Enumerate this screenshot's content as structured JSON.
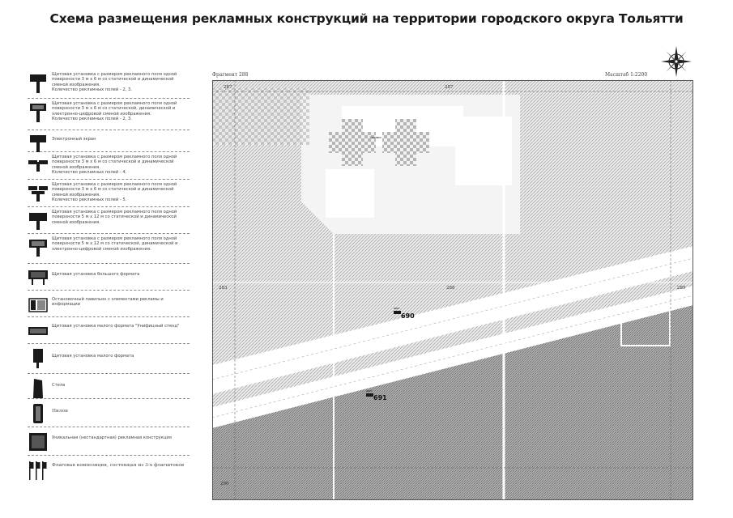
{
  "title": "Схема размещения рекламных конструкций на территории городского округа Тольятти",
  "map_header": {
    "fragment": "Фрагмент 288",
    "scale": "Масштаб 1:2200"
  },
  "tiles": {
    "top_left": "287",
    "top_middle": "287",
    "left": "283",
    "middle": "288",
    "right": "289",
    "bottom_left": "290"
  },
  "sites": [
    {
      "label": "щит",
      "number": "690"
    },
    {
      "label": "щит",
      "number": "691"
    }
  ],
  "building_label": "Здание",
  "legend": [
    {
      "icon": "billboard-3x6-icon",
      "text": "Щитовая установка с размером рекламного поля одной поверхности 3 м х 6 м со статической и динамической сменой изображения.\nКоличество рекламных полей - 2, 3."
    },
    {
      "icon": "billboard-3x6-digital-icon",
      "text": "Щитовая установка с размером рекламного поля одной поверхности 3 м х 6 м со статической, динамической и электронно-цифровой сменой изображения.\nКоличество рекламных полей - 2, 3."
    },
    {
      "icon": "electronic-screen-icon",
      "text": "Электронный экран"
    },
    {
      "icon": "billboard-3x6-4-fields-icon",
      "text": "Щитовая установка с размером рекламного поля одной поверхности 3 м х 6 м со статической и динамической сменой изображения.\nКоличество рекламных полей - 4."
    },
    {
      "icon": "billboard-3x6-5-fields-icon",
      "text": "Щитовая установка с размером рекламного поля одной поверхности 3 м х 6 м со статической и динамической сменой изображения.\nКоличество рекламных полей - 5."
    },
    {
      "icon": "billboard-5x12-icon",
      "text": "Щитовая установка с размером рекламного поля одной поверхности 5 м х 12 м со статической и динамической сменой изображения."
    },
    {
      "icon": "billboard-5x12-digital-icon",
      "text": "Щитовая установка с размером рекламного поля одной поверхности 5 м х 12 м со статической, динамической и электронно-цифровой сменой изображения."
    },
    {
      "icon": "large-format-billboard-icon",
      "text": "Щитовая установка большого формата"
    },
    {
      "icon": "bus-stop-pavilion-icon",
      "text": "Остановочный павильон с элементами рекламы и информации"
    },
    {
      "icon": "unified-stand-icon",
      "text": "Щитовая установка малого формата \"Унифицный стенд\""
    },
    {
      "icon": "small-format-billboard-icon",
      "text": "Щитовая установка малого формата"
    },
    {
      "icon": "stele-icon",
      "text": "Стела"
    },
    {
      "icon": "pylon-icon",
      "text": "Пилон"
    },
    {
      "icon": "unique-structure-icon",
      "text": "Уникальная (нестандартная) рекламная конструкция"
    },
    {
      "icon": "flag-composition-icon",
      "text": "Флаговая композиция, состоящая из 3-х флагштоков"
    }
  ],
  "colors": {
    "ink": "#1a1a1a",
    "hatch_light": "#bdbdbd",
    "hatch_dark": "#8a8a8a",
    "building": "#f4f4f4",
    "frame": "#555555"
  }
}
